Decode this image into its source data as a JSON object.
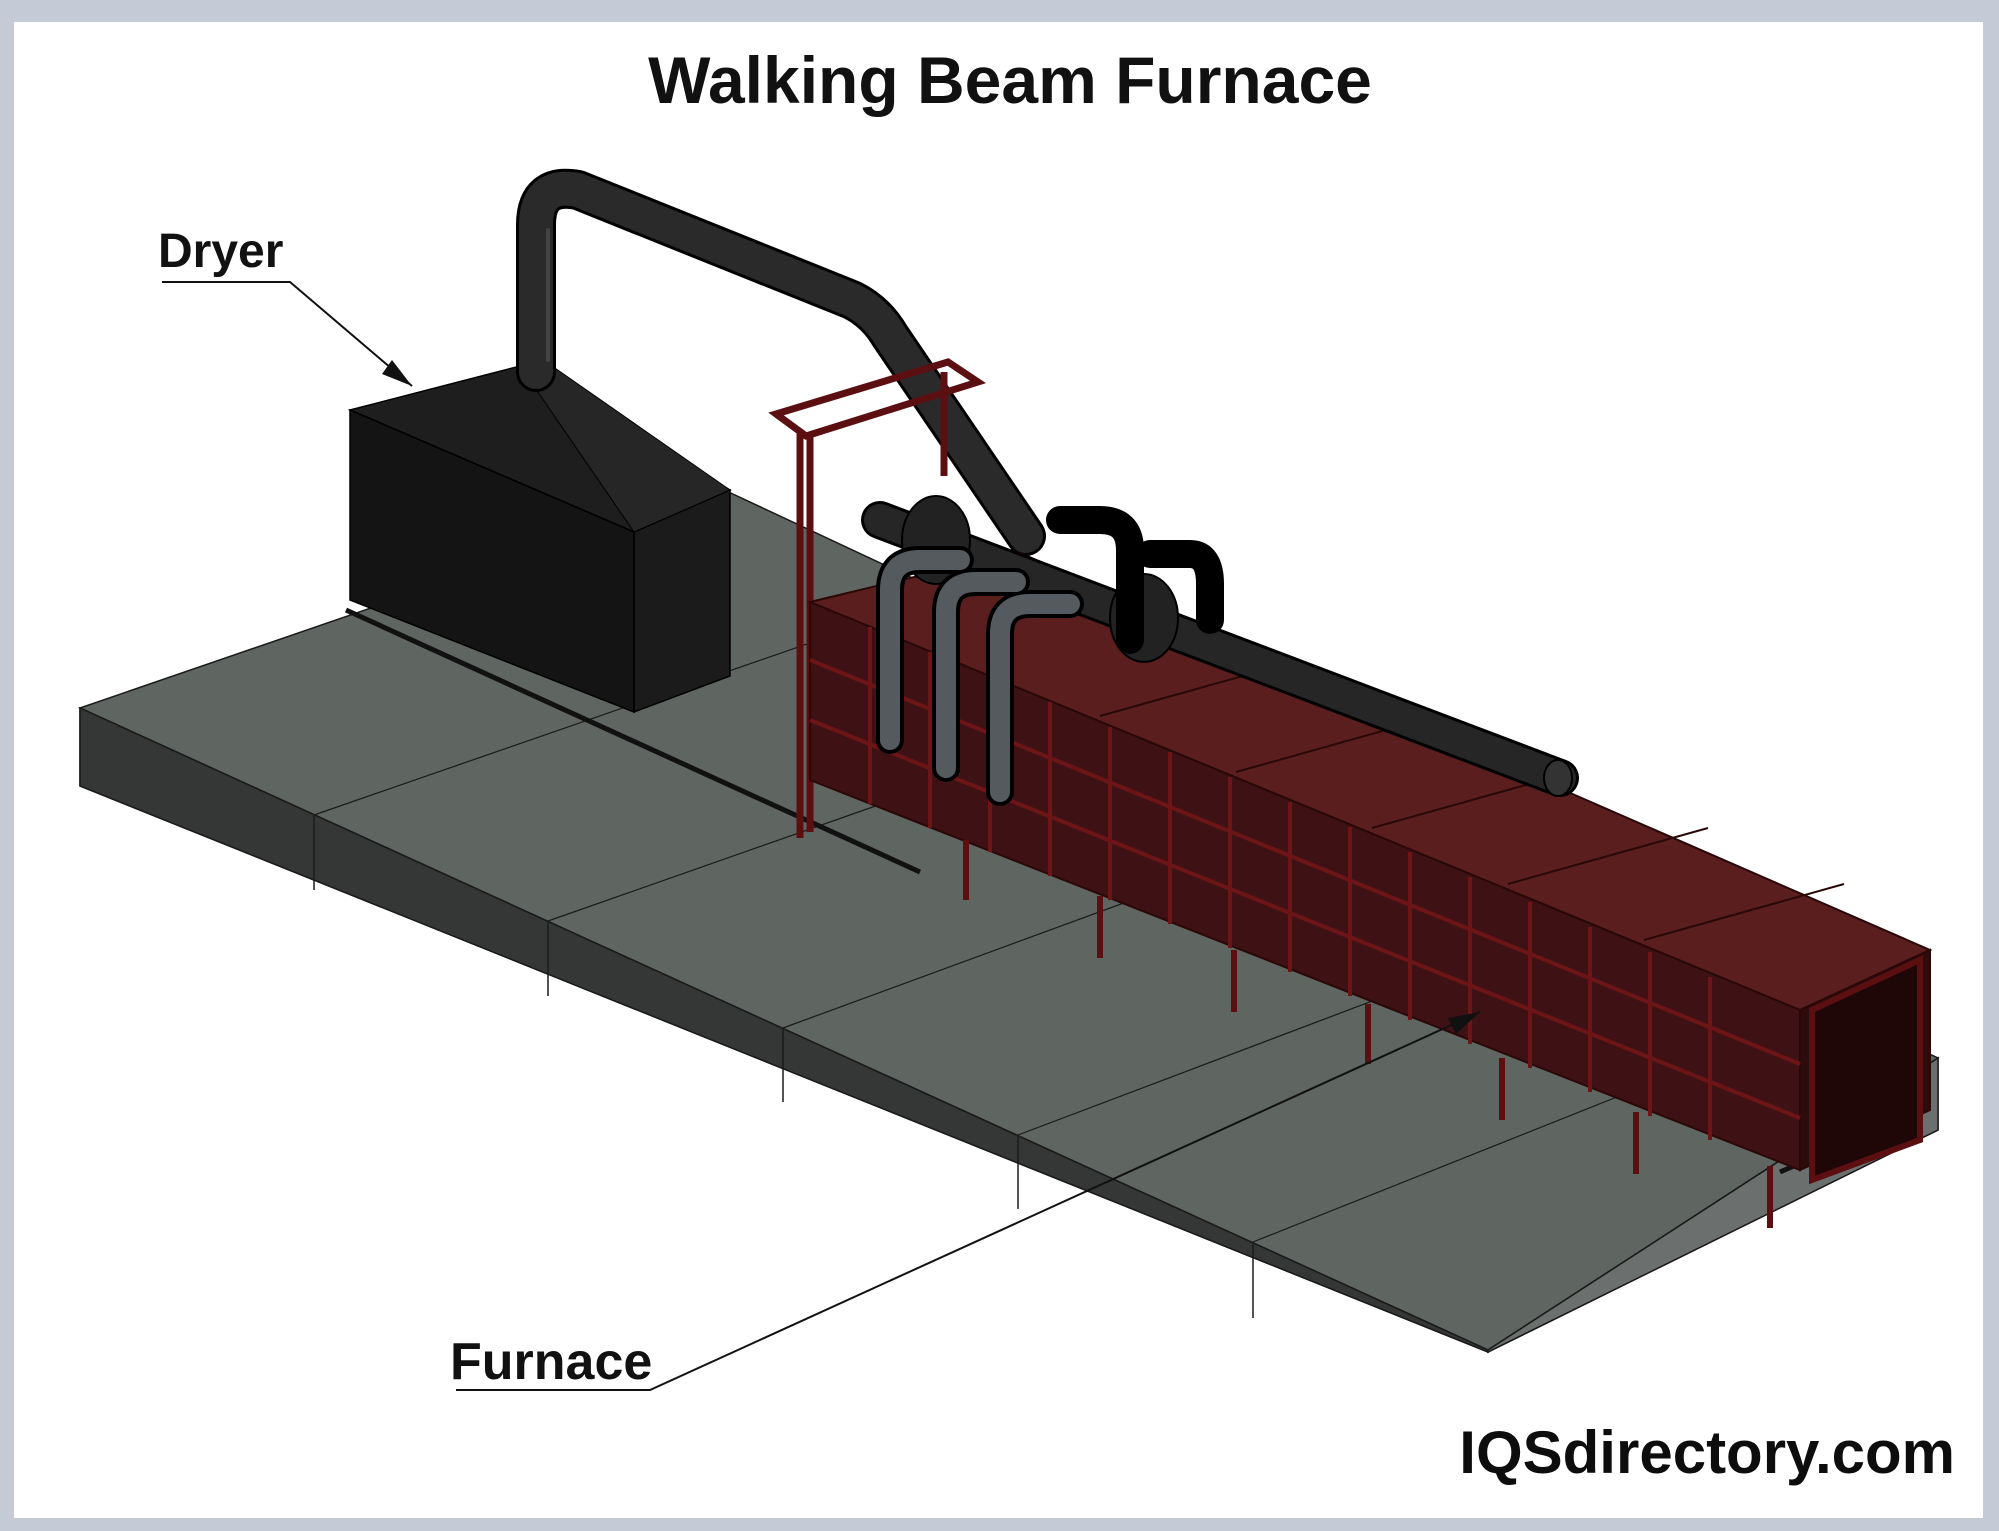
{
  "diagram": {
    "title": "Walking Beam Furnace",
    "labels": {
      "dryer": "Dryer",
      "furnace": "Furnace"
    },
    "brand": "IQSdirectory.com",
    "colors": {
      "background": "#c5cbd6",
      "panel": "#ffffff",
      "slab_top": "#5f6561",
      "slab_front": "#3a3d3b",
      "slab_side": "#6b706e",
      "dryer": "#1b1b1b",
      "pipe": "#1c1c1c",
      "furnace_top": "#5b1f20",
      "furnace_side": "#3f1414",
      "frame_red": "#6d1416",
      "ring_gray": "#555a5f"
    }
  }
}
